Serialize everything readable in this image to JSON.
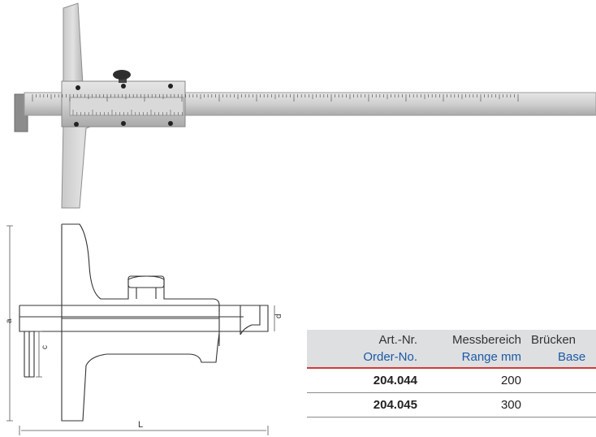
{
  "drawing": {
    "dimensions": {
      "a": "a",
      "c": "c",
      "d": "d",
      "L": "L"
    }
  },
  "table": {
    "headers": [
      {
        "de": "Art.-Nr.",
        "en": "Order-No."
      },
      {
        "de": "Messbereich",
        "en": "Range mm"
      },
      {
        "de": "Brücken",
        "en": "Base"
      }
    ],
    "rows": [
      {
        "art": "204.044",
        "range": "200"
      },
      {
        "art": "204.045",
        "range": "300"
      }
    ]
  },
  "colors": {
    "header_bg": "#dedfe1",
    "english_text": "#1a5aa5",
    "header_rule": "#d23b3b"
  }
}
